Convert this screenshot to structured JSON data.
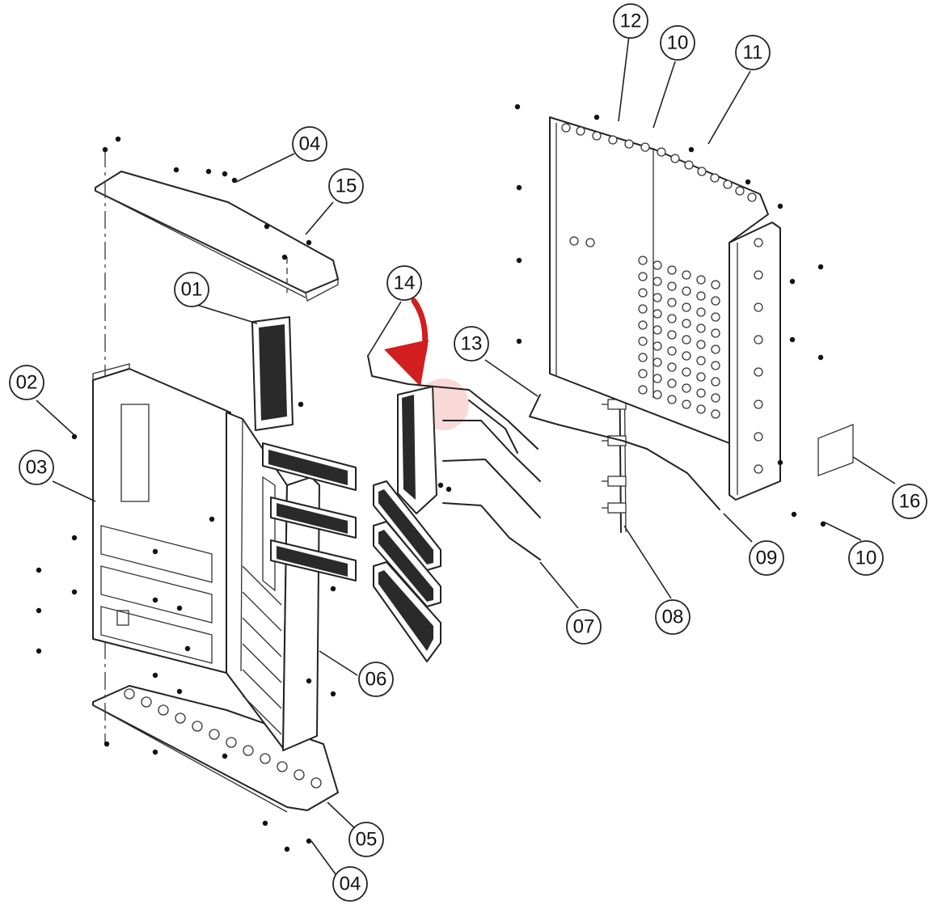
{
  "callouts": [
    {
      "id": "c01",
      "label": "01"
    },
    {
      "id": "c02",
      "label": "02"
    },
    {
      "id": "c03",
      "label": "03"
    },
    {
      "id": "c04a",
      "label": "04"
    },
    {
      "id": "c04b",
      "label": "04"
    },
    {
      "id": "c05",
      "label": "05"
    },
    {
      "id": "c06",
      "label": "06"
    },
    {
      "id": "c07",
      "label": "07"
    },
    {
      "id": "c08",
      "label": "08"
    },
    {
      "id": "c09",
      "label": "09"
    },
    {
      "id": "c10a",
      "label": "10"
    },
    {
      "id": "c10b",
      "label": "10"
    },
    {
      "id": "c11",
      "label": "11"
    },
    {
      "id": "c12",
      "label": "12"
    },
    {
      "id": "c13",
      "label": "13"
    },
    {
      "id": "c14",
      "label": "14"
    },
    {
      "id": "c15",
      "label": "15"
    },
    {
      "id": "c16",
      "label": "16"
    }
  ],
  "colors": {
    "line": "#222222",
    "highlight_arrow": "#d21e1e",
    "highlight_glow": "#f4b8b8"
  }
}
